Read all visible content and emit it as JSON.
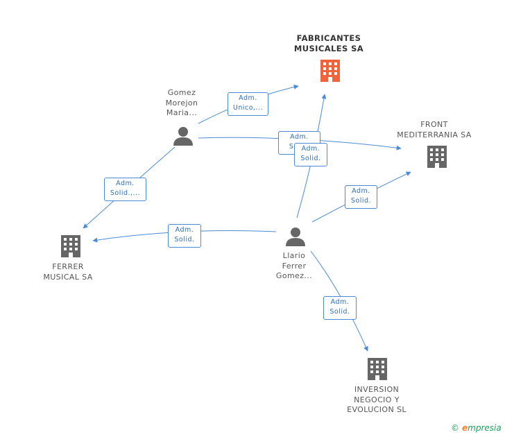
{
  "colors": {
    "edge": "#4a8ad4",
    "main_company": "#f0643c",
    "company": "#666666",
    "person": "#666666"
  },
  "nodes": {
    "fabricantes": {
      "label": "FABRICANTES\nMUSICALES SA",
      "icon": "building-icon"
    },
    "front": {
      "label": "FRONT\nMEDITERRANIA SA",
      "icon": "building-icon"
    },
    "ferrer_musical": {
      "label": "FERRER\nMUSICAL SA",
      "icon": "building-icon"
    },
    "inversion": {
      "label": "INVERSION\nNEGOCIO Y\nEVOLUCION SL",
      "icon": "building-icon"
    },
    "gomez": {
      "label": "Gomez\nMorejon\nMaria...",
      "icon": "person-icon"
    },
    "llario": {
      "label": "Llario\nFerrer\nGomez...",
      "icon": "person-icon"
    }
  },
  "edges": {
    "gomez_fabricantes": "Adm.\nUnico,...",
    "gomez_front": "Adm.\nSolid.",
    "llario_fabricantes": "Adm.\nSolid.",
    "gomez_ferrer": "Adm.\nSolid.,...",
    "llario_front": "Adm.\nSolid.",
    "llario_ferrer": "Adm.\nSolid.",
    "llario_inversion": "Adm.\nSolid."
  },
  "footer": {
    "copyright": "©",
    "brand_first": "e",
    "brand_rest": "mpresia"
  }
}
